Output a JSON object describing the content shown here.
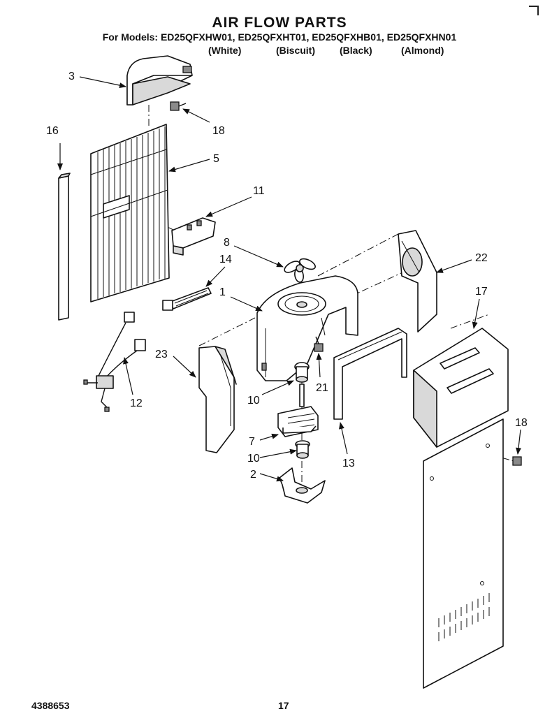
{
  "header": {
    "title": "AIR FLOW PARTS",
    "models": "For Models: ED25QFXHW01, ED25QFXHT01, ED25QFXHB01, ED25QFXHN01",
    "colors": [
      "(White)",
      "(Biscuit)",
      "(Black)",
      "(Almond)"
    ]
  },
  "footer": {
    "doc_number": "4388653",
    "page_number": "17"
  },
  "callouts": {
    "c3": "3",
    "c18a": "18",
    "c16": "16",
    "c5": "5",
    "c11": "11",
    "c8": "8",
    "c14": "14",
    "c22": "22",
    "c1": "1",
    "c17": "17",
    "c23": "23",
    "c21": "21",
    "c12": "12",
    "c10a": "10",
    "c18b": "18",
    "c7": "7",
    "c10b": "10",
    "c13": "13",
    "c2": "2"
  }
}
